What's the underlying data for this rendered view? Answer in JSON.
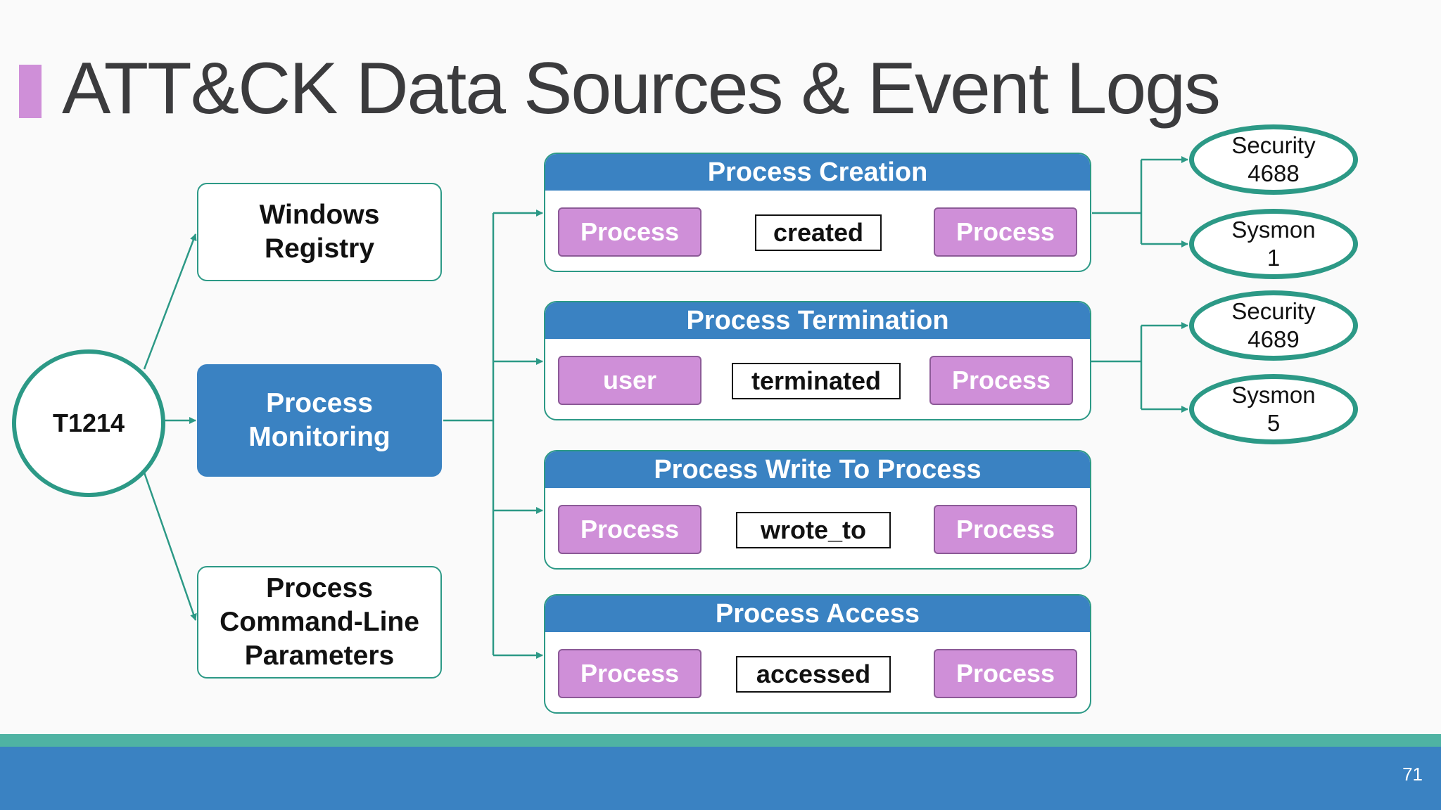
{
  "title": "ATT&CK Data Sources & Event Logs",
  "technique": "T1214",
  "data_sources": [
    {
      "lines": [
        "Windows",
        "Registry"
      ]
    },
    {
      "lines": [
        "Process",
        "Monitoring"
      ]
    },
    {
      "lines": [
        "Process",
        "Command-Line",
        "Parameters"
      ]
    }
  ],
  "events": [
    {
      "title": "Process Creation",
      "source": "Process",
      "relation": "created",
      "target": "Process"
    },
    {
      "title": "Process Termination",
      "source": "user",
      "relation": "terminated",
      "target": "Process"
    },
    {
      "title": "Process Write To Process",
      "source": "Process",
      "relation": "wrote_to",
      "target": "Process"
    },
    {
      "title": "Process Access",
      "source": "Process",
      "relation": "accessed",
      "target": "Process"
    }
  ],
  "event_logs": [
    {
      "provider": "Security",
      "id": "4688"
    },
    {
      "provider": "Sysmon",
      "id": "1"
    },
    {
      "provider": "Security",
      "id": "4689"
    },
    {
      "provider": "Sysmon",
      "id": "5"
    }
  ],
  "colors": {
    "teal": "#2c9986",
    "blue": "#3a82c2",
    "purple": "#cf8fd8",
    "arrow_red": "#d9605f"
  },
  "page_number": "71"
}
